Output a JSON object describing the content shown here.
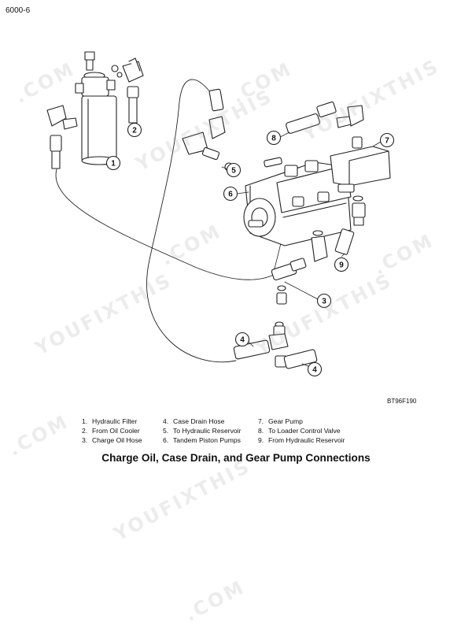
{
  "page": {
    "number": "6000-6"
  },
  "figure": {
    "code": "BT96F190",
    "caption": "Charge Oil, Case Drain, and Gear Pump Connections",
    "callouts": [
      "1",
      "2",
      "3",
      "4",
      "4",
      "5",
      "6",
      "7",
      "8",
      "9"
    ]
  },
  "legend": {
    "columns": [
      [
        {
          "num": "1.",
          "label": "Hydraulic Filter"
        },
        {
          "num": "2.",
          "label": "From Oil Cooler"
        },
        {
          "num": "3.",
          "label": "Charge Oil Hose"
        }
      ],
      [
        {
          "num": "4.",
          "label": "Case Drain Hose"
        },
        {
          "num": "5.",
          "label": "To Hydraulic Reservoir"
        },
        {
          "num": "6.",
          "label": "Tandem Piston Pumps"
        }
      ],
      [
        {
          "num": "7.",
          "label": "Gear Pump"
        },
        {
          "num": "8.",
          "label": "To Loader Control Valve"
        },
        {
          "num": "9.",
          "label": "From Hydraulic Reservoir"
        }
      ]
    ]
  },
  "watermarks": [
    ".COM",
    "YOUFIXTHIS",
    ".COM",
    ".COM",
    "YOUFIXTHIS",
    ".COM",
    "YOUFIXTHIS",
    "YOUFIXTHIS",
    "YOUFIXTHIS",
    ".COM",
    ".COM"
  ]
}
